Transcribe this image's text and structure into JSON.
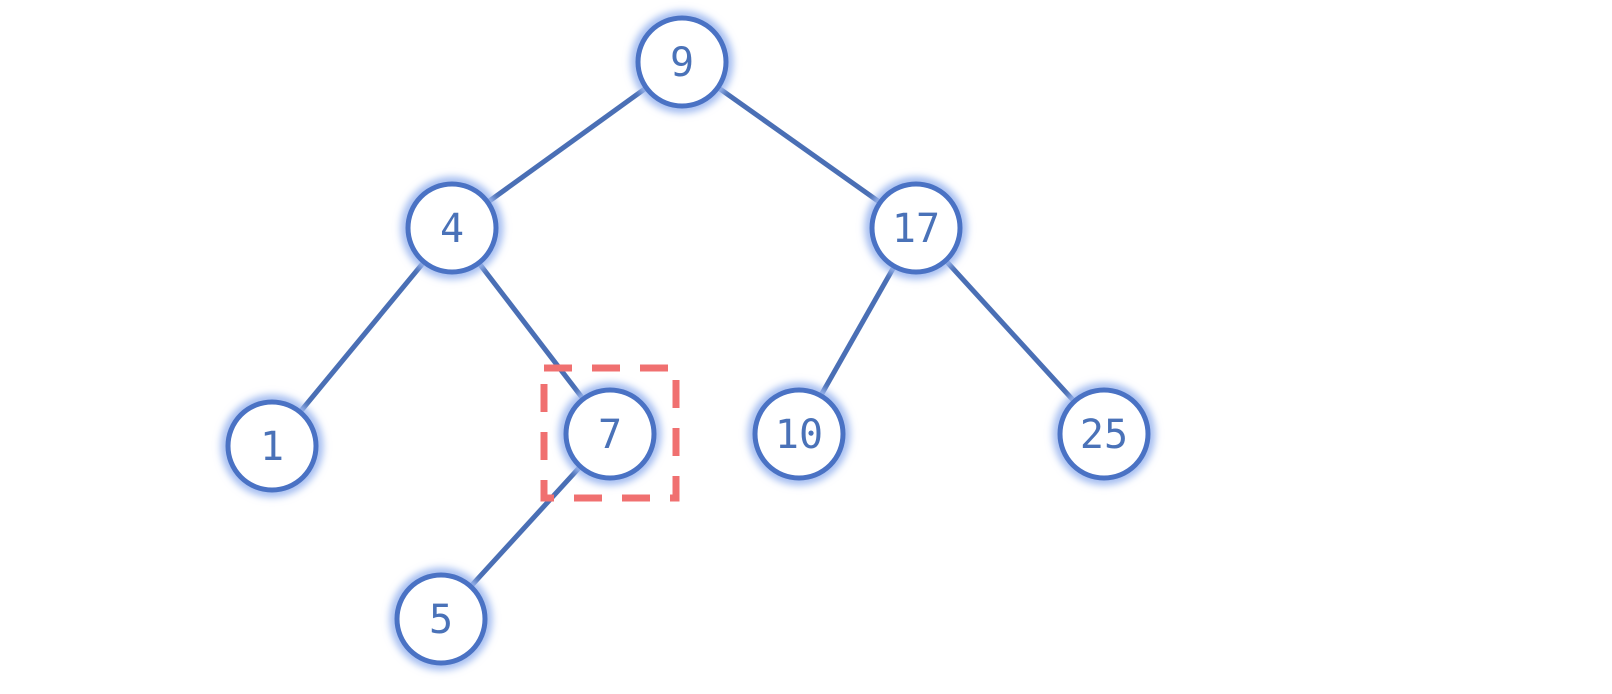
{
  "tree": {
    "nodes": [
      {
        "id": "n9",
        "label": "9"
      },
      {
        "id": "n4",
        "label": "4"
      },
      {
        "id": "n17",
        "label": "17"
      },
      {
        "id": "n1",
        "label": "1"
      },
      {
        "id": "n7",
        "label": "7"
      },
      {
        "id": "n10",
        "label": "10"
      },
      {
        "id": "n25",
        "label": "25"
      },
      {
        "id": "n5",
        "label": "5"
      }
    ],
    "edges": [
      [
        "n9",
        "n4"
      ],
      [
        "n9",
        "n17"
      ],
      [
        "n4",
        "n1"
      ],
      [
        "n4",
        "n7"
      ],
      [
        "n17",
        "n10"
      ],
      [
        "n17",
        "n25"
      ],
      [
        "n7",
        "n5"
      ]
    ],
    "highlighted": "n7"
  },
  "colors": {
    "node_stroke": "#4a72c4",
    "node_glow": "#9db8f0",
    "text": "#4a72b8",
    "edge": "#4a6fb5",
    "highlight": "#f07070"
  }
}
